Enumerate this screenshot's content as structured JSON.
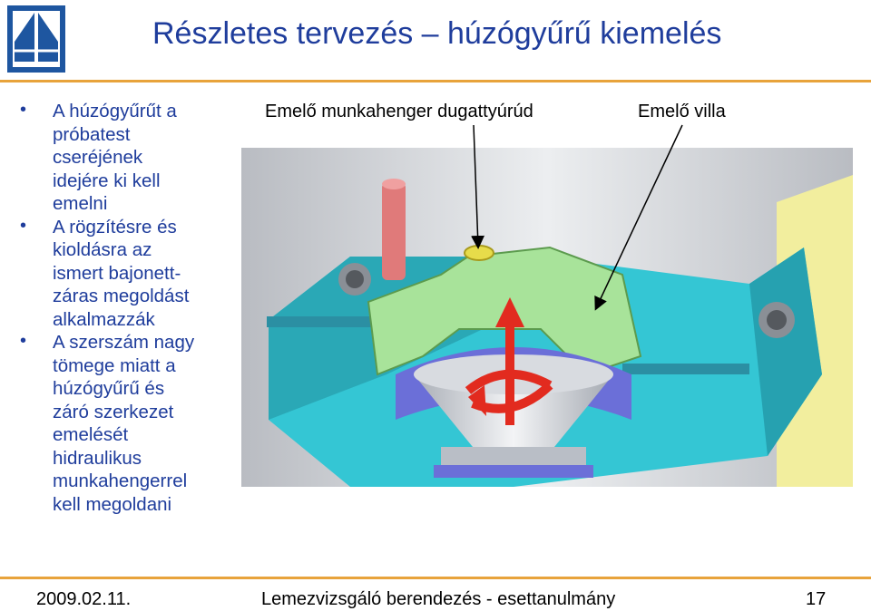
{
  "slide": {
    "title": "Részletes tervezés – húzógyűrű kiemelés",
    "bullets": [
      {
        "lines": [
          "A húzógyűrűt a",
          "próbatest",
          "cseréjének",
          "idejére ki kell",
          "emelni"
        ]
      },
      {
        "lines": [
          "A rögzítésre és",
          "kioldásra az",
          "ismert bajonett-",
          "záras megoldást",
          "alkalmazzák"
        ]
      },
      {
        "lines": [
          "A szerszám nagy",
          "tömege miatt a",
          "húzógyűrű és",
          "záró szerkezet",
          "emelését",
          "hidraulikus",
          "munkahengerrel",
          "kell megoldani"
        ]
      }
    ],
    "callouts": {
      "piston_rod": "Emelő munkahenger dugattyúrúd",
      "fork": "Emelő villa"
    }
  },
  "footer": {
    "date": "2009.02.11.",
    "subtitle": "Lemezvizsgáló berendezés - esettanulmány",
    "page": "17"
  },
  "colors": {
    "title": "#1f3d9c",
    "rule": "#e8a33b",
    "tool_body": "#2ec3d2",
    "fork": "#a8e39a",
    "rod": "#e07a7a",
    "arrow": "#e22b1f"
  }
}
